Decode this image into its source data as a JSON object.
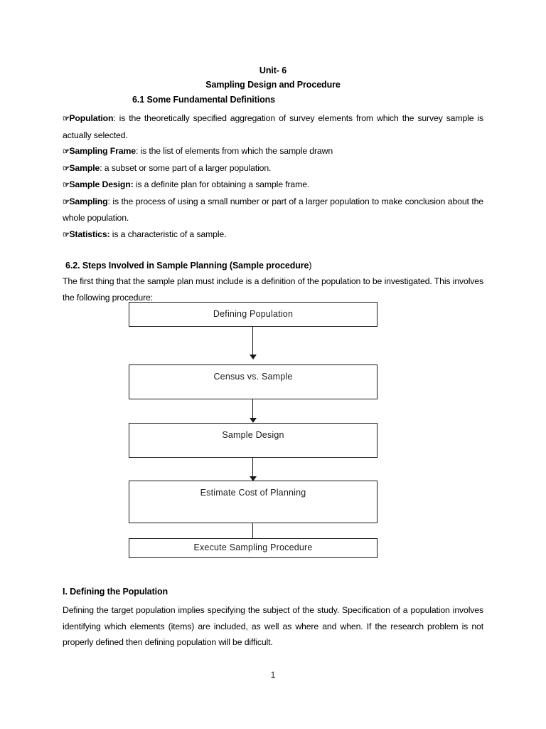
{
  "document": {
    "unit_title": "Unit- 6",
    "unit_subtitle": "Sampling Design and Procedure",
    "page_number": "1",
    "bullet_glyph": "☞"
  },
  "section_61": {
    "heading": "6.1 Some Fundamental Definitions",
    "definitions": [
      {
        "term": "Population",
        "separator": ":",
        "description": " is the theoretically specified aggregation of survey elements from which the survey sample is actually selected."
      },
      {
        "term": "Sampling Frame",
        "separator": ":",
        "description": " is the list of elements from which the sample drawn"
      },
      {
        "term": "Sample",
        "separator": ":",
        "description": " a subset or some part of a larger population."
      },
      {
        "term": "Sample Design:",
        "separator": "",
        "description": " is a definite plan for obtaining a sample frame."
      },
      {
        "term": "Sampling",
        "separator": ":",
        "description": " is the process of using a small number or part of a larger population to make conclusion about the whole population."
      },
      {
        "term": "Statistics:",
        "separator": "",
        "description": " is a characteristic of a sample."
      }
    ]
  },
  "section_62": {
    "heading_bold": "6.2. Steps Involved in Sample Planning (Sample procedure",
    "heading_tail": ")",
    "intro_paragraph": "The first thing that the sample plan must include is a definition of the population to be investigated.  This involves the following procedure:"
  },
  "flowchart": {
    "steps": [
      {
        "label": "Defining Population"
      },
      {
        "label": "Census vs. Sample"
      },
      {
        "label": "Sample Design"
      },
      {
        "label": "Estimate Cost of Planning"
      },
      {
        "label": "Execute Sampling Procedure"
      }
    ]
  },
  "section_i": {
    "heading": "I.  Defining the Population",
    "paragraph": "Defining the target population implies specifying the subject of the study.  Specification of a population involves identifying which elements (items) are included, as well as where and when.  If the research problem is not properly defined then defining population will be difficult."
  }
}
